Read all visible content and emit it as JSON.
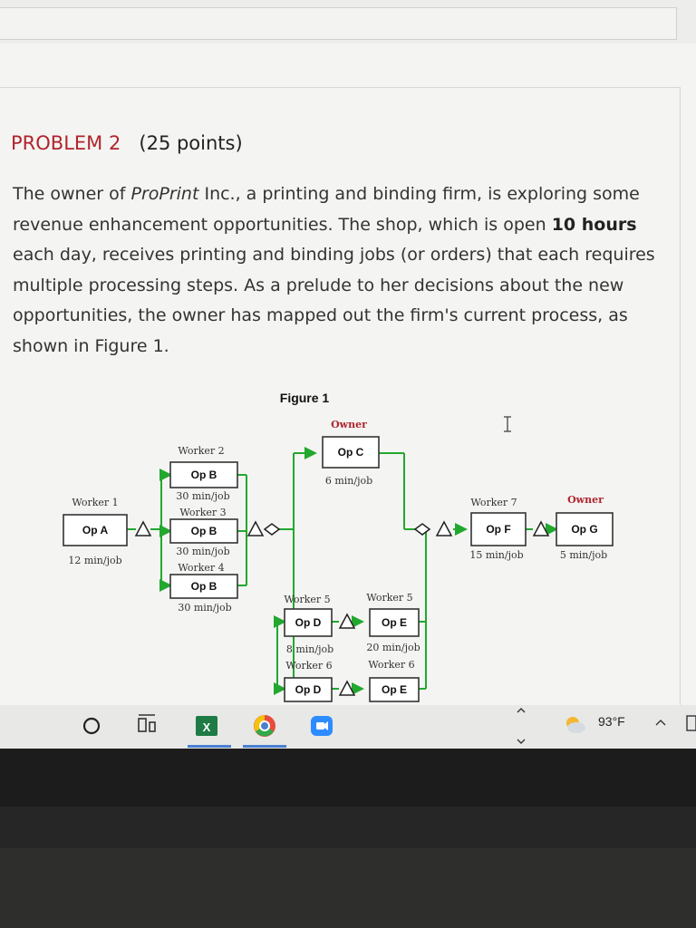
{
  "problem": {
    "label": "PROBLEM 2",
    "points": "(25 points)"
  },
  "paragraph": {
    "l1a": "The owner of ",
    "l1b": "ProPrint",
    "l1c": " Inc., a printing and binding firm, is exploring some",
    "l2a": "revenue enhancement opportunities.  The shop, which is open ",
    "l2b": "10 hours",
    "l3": "each day, receives printing and binding jobs (or orders) that each requires",
    "l4": "multiple processing steps.  As a prelude to her decisions about the new",
    "l5": "opportunities, the owner has mapped out the firm's current process, as",
    "l6": "shown in Figure 1."
  },
  "figure": {
    "title": "Figure 1",
    "op_a": {
      "worker": "Worker 1",
      "op": "Op A",
      "rate": "12 min/job"
    },
    "op_b1": {
      "worker": "Worker 2",
      "op": "Op B",
      "rate": "30 min/job"
    },
    "op_b2": {
      "worker": "Worker 3",
      "op": "Op B",
      "rate": "30 min/job"
    },
    "op_b3": {
      "worker": "Worker 4",
      "op": "Op B",
      "rate": "30 min/job"
    },
    "op_c": {
      "worker": "Owner",
      "op": "Op C",
      "rate": "6 min/job"
    },
    "op_d1": {
      "worker": "Worker 5",
      "op": "Op D",
      "rate": "8 min/job"
    },
    "op_e1": {
      "worker": "Worker 5",
      "op": "Op E",
      "rate": "20 min/job"
    },
    "op_d2": {
      "worker": "Worker 6",
      "op": "Op D"
    },
    "op_e2": {
      "worker": "Worker 6",
      "op": "Op E"
    },
    "op_f": {
      "worker": "Worker 7",
      "op": "Op F",
      "rate": "15 min/job"
    },
    "op_g": {
      "worker": "Owner",
      "op": "Op G",
      "rate": "5 min/job"
    },
    "colors": {
      "flow": "#22a82e",
      "owner": "#b0252e",
      "box": "#333333"
    }
  },
  "taskbar": {
    "icons": [
      "search-circle-icon",
      "task-view-icon",
      "excel-icon",
      "chrome-icon",
      "zoom-icon"
    ],
    "weather": "93°F",
    "up_chevron": "^"
  }
}
